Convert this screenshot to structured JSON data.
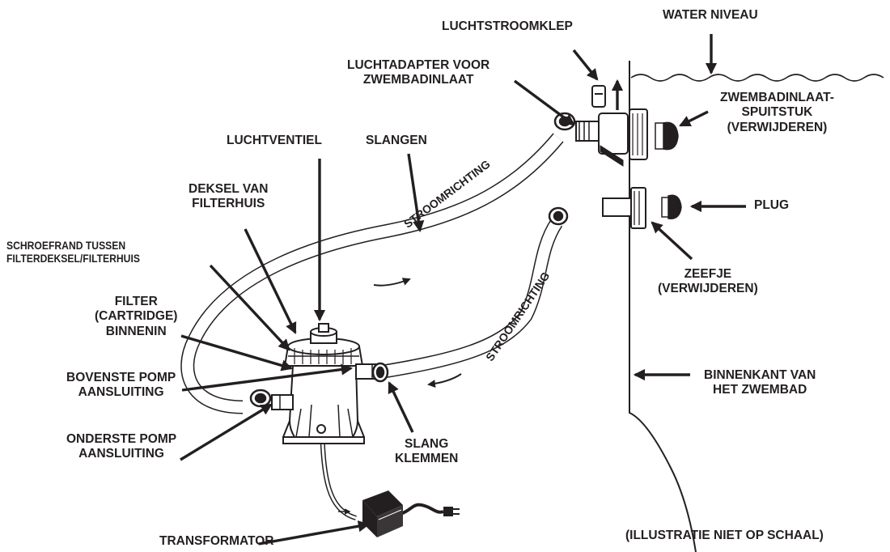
{
  "labels": {
    "luchtstroomklep": "LUCHTSTROOMKLEP",
    "water_niveau": "WATER NIVEAU",
    "luchtadapter": [
      "LUCHTADAPTER VOOR",
      "ZWEMBADINLAAT"
    ],
    "zwembadinlaat": [
      "ZWEMBADINLAAT-",
      "SPUITSTUK",
      "(VERWIJDEREN)"
    ],
    "luchtventiel": "LUCHTVENTIEL",
    "slangen": "SLANGEN",
    "deksel": [
      "DEKSEL VAN",
      "FILTERHUIS"
    ],
    "schroefrand": [
      "SCHROEFRAND TUSSEN",
      "FILTERDEKSEL/FILTERHUIS"
    ],
    "filter": [
      "FILTER",
      "(CARTRIDGE)",
      "BINNENIN"
    ],
    "bovenste": [
      "BOVENSTE POMP",
      "AANSLUITING"
    ],
    "onderste": [
      "ONDERSTE POMP",
      "AANSLUITING"
    ],
    "plug": "PLUG",
    "zeefje": [
      "ZEEFJE",
      "(VERWIJDEREN)"
    ],
    "binnenkant": [
      "BINNENKANT VAN",
      "HET ZWEMBAD"
    ],
    "slang_klemmen": [
      "SLANG",
      "KLEMMEN"
    ],
    "transformator": "TRANSFORMATOR",
    "stroomrichting_upper": "STROOMRICHTING",
    "stroomrichting_lower": "STROOMRICHTING",
    "schaal_note": "(ILLUSTRATIE NIET OP SCHAAL)"
  },
  "colors": {
    "ink": "#231f20",
    "paper": "#ffffff"
  }
}
